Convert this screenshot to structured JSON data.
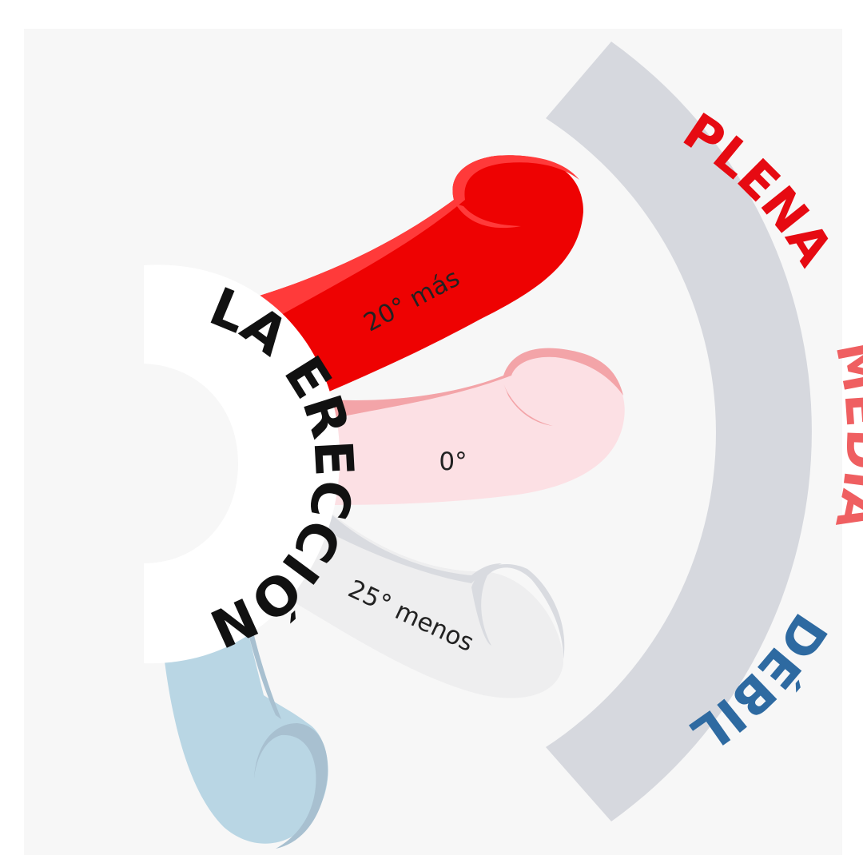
{
  "title": "LA ERECCIÓN",
  "levels": [
    {
      "key": "plena",
      "label": "PLENA",
      "color": "#e60a12"
    },
    {
      "key": "media",
      "label": "MEDIA",
      "color": "#ef5f61"
    },
    {
      "key": "debil",
      "label": "DÉBIL",
      "color": "#2e6aa1"
    }
  ],
  "angles": [
    {
      "key": "plena",
      "label": "20° más"
    },
    {
      "key": "media",
      "label": "0°"
    },
    {
      "key": "debil",
      "label": "25° menos"
    }
  ],
  "colors": {
    "background": "#f7f7f7",
    "arc_band": "#d6d8de",
    "shape_full": "#ee0202",
    "shape_full_highlight": "#ff3a3a",
    "shape_medium": "#fce0e4",
    "shape_medium_shadow": "#f3a4a8",
    "shape_weak_gray": "#eeeeef",
    "shape_weak_gray_shadow": "#d9dbe0",
    "shape_weak_blue": "#b9d6e4",
    "shape_weak_blue_shadow": "#a8c0d0",
    "title_disc": "#ffffff"
  }
}
